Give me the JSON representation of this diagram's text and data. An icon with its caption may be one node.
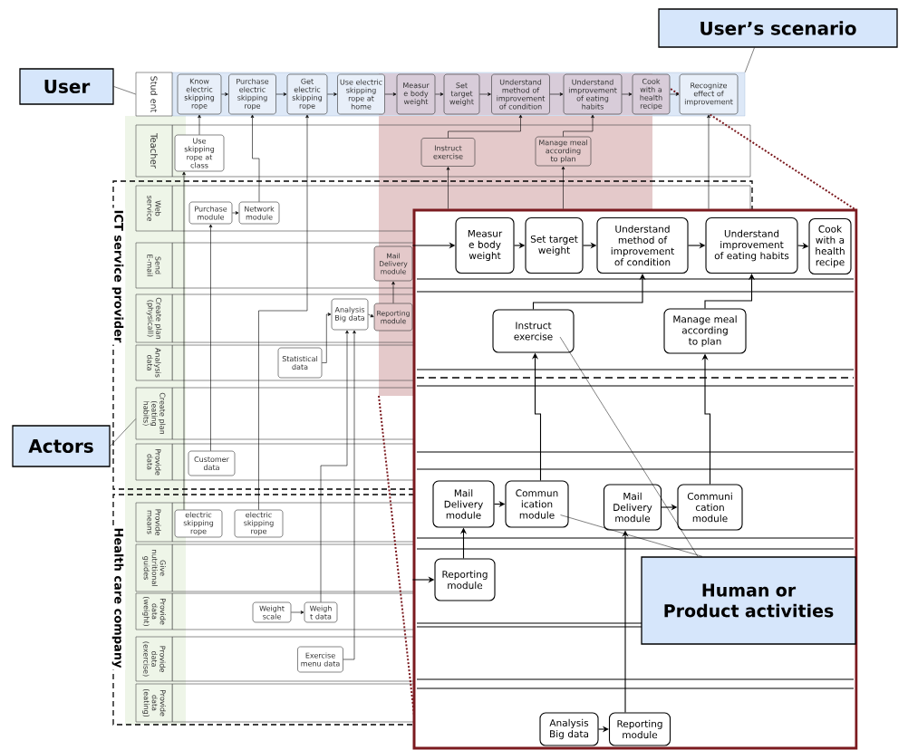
{
  "diagram": {
    "nodes": [
      {
        "text": [
          "User’s scenario"
        ]
      },
      {
        "text": [
          "User"
        ]
      },
      {
        "text": [
          "Stud ent"
        ]
      },
      {
        "text": [
          "Know electric skipping rope"
        ],
        "in": 59
      },
      {
        "text": [
          "Purchase electric skipping rope"
        ],
        "in": 59
      },
      {
        "text": [
          "Get electric skipping rope"
        ],
        "in": 59
      },
      {
        "text": [
          "Use electric skipping rope at home"
        ],
        "in": 59
      },
      {
        "text": [
          "Measur e body weight"
        ],
        "in": 59
      },
      {
        "text": [
          "Set target weight"
        ],
        "in": 59
      },
      {
        "text": [
          "Understand method of improvement of condition"
        ],
        "in": 59
      },
      {
        "text": [
          "Understand improvement of eating habits"
        ],
        "in": 59
      },
      {
        "text": [
          "Cook with a health recipe"
        ],
        "in": 59
      },
      {
        "text": [
          "Recognize effect of improvement"
        ],
        "in": 59
      },
      {
        "text": [
          "Teacher"
        ]
      },
      {
        "text": [
          "Use skipping rope at class"
        ]
      },
      {
        "text": [
          "Instruct exercise"
        ]
      },
      {
        "text": [
          "Manage meal according to plan"
        ]
      },
      {
        "text": [
          "ICT service provider"
        ]
      },
      {
        "text": [
          "Web service"
        ],
        "in": 17
      },
      {
        "text": [
          "Purchase module"
        ],
        "in": 17
      },
      {
        "text": [
          "Network module"
        ],
        "in": 17
      },
      {
        "text": [
          "Send E-mail"
        ],
        "in": 17
      },
      {
        "text": [
          "Mail Delivery module"
        ],
        "in": 17
      },
      {
        "text": [
          "Create plan (physicall)"
        ],
        "in": 17
      },
      {
        "text": [
          "Analysis Big data"
        ],
        "in": 17
      },
      {
        "text": [
          "Reporting module"
        ],
        "in": 17
      },
      {
        "text": [
          "Analysis data"
        ],
        "in": 17
      },
      {
        "text": [
          "Statistical data"
        ],
        "in": 17
      },
      {
        "text": [
          "Create plan (eating habits)"
        ],
        "in": 17
      },
      {
        "text": [
          "Actors"
        ]
      },
      {
        "text": [
          "Provide data"
        ],
        "in": 17
      },
      {
        "text": [
          "Customer data"
        ],
        "in": 17
      },
      {
        "text": [
          "Health care company"
        ]
      },
      {
        "text": [
          "Provide means"
        ],
        "in": 32
      },
      {
        "text": [
          "electric skipping rope"
        ],
        "in": 32
      },
      {
        "text": [
          "electric skipping rope"
        ],
        "in": 32
      },
      {
        "text": [
          "Give nutritional guides"
        ],
        "in": 32
      },
      {
        "text": [
          "Provide data (weight)"
        ],
        "in": 32
      },
      {
        "text": [
          "Weight scale"
        ],
        "in": 32
      },
      {
        "text": [
          "Weigh t data"
        ],
        "in": 32
      },
      {
        "text": [
          "Provide data (exercise)"
        ],
        "in": 32
      },
      {
        "text": [
          "Exercise menu data"
        ],
        "in": 32
      },
      {
        "text": [
          "Provide data (eating)"
        ],
        "in": 32
      },
      {
        "text": [],
        "shape": "box"
      },
      {
        "text": [
          "Measur e body weight"
        ],
        "in": 43
      },
      {
        "text": [
          "Set target weight"
        ],
        "in": 43
      },
      {
        "text": [
          "Understand method of improvement of condition"
        ],
        "in": 43
      },
      {
        "text": [
          "Understand improvement of eating habits"
        ],
        "in": 43
      },
      {
        "text": [
          "Cook with a health recipe"
        ],
        "in": 43
      },
      {
        "text": [
          "Instruct exercise"
        ],
        "in": 43
      },
      {
        "text": [
          "Manage meal according to plan"
        ],
        "in": 43
      },
      {
        "text": [
          "Mail Delivery module"
        ],
        "in": 43
      },
      {
        "text": [
          "Commun ication module"
        ],
        "in": 43
      },
      {
        "text": [
          "Mail Delivery module"
        ],
        "in": 43
      },
      {
        "text": [
          "Communi cation module"
        ],
        "in": 43
      },
      {
        "text": [
          "Reporting module"
        ],
        "in": 43
      },
      {
        "text": [
          "Human or Product activities"
        ],
        "in": 43
      },
      {
        "text": [
          "Analysis Big data"
        ],
        "in": 43
      },
      {
        "text": [
          "Reporting module"
        ],
        "in": 43
      },
      {
        "text": [],
        "shape": "box"
      }
    ],
    "edges": [
      {
        "from": 0,
        "to": 59,
        "arrow": "none"
      },
      {
        "from": 1,
        "to": 2,
        "arrow": "none"
      },
      {
        "from": 29,
        "to": 28,
        "arrow": "none"
      },
      {
        "from": 3,
        "to": 4,
        "arrow": "to"
      },
      {
        "from": 4,
        "to": 5,
        "arrow": "to"
      },
      {
        "from": 5,
        "to": 6,
        "arrow": "to"
      },
      {
        "from": 6,
        "to": 7,
        "arrow": "to"
      },
      {
        "from": 7,
        "to": 8,
        "arrow": "to"
      },
      {
        "from": 8,
        "to": 9,
        "arrow": "to"
      },
      {
        "from": 9,
        "to": 10,
        "arrow": "to"
      },
      {
        "from": 10,
        "to": 11,
        "arrow": "to"
      },
      {
        "from": 11,
        "to": 12,
        "arrow": "to"
      },
      {
        "from": 14,
        "to": 3,
        "arrow": "to"
      },
      {
        "from": 15,
        "to": 9,
        "arrow": "to"
      },
      {
        "from": 16,
        "to": 10,
        "arrow": "to"
      },
      {
        "from": 43,
        "to": 12,
        "arrow": "to"
      },
      {
        "from": 43,
        "to": 15,
        "arrow": "to"
      },
      {
        "from": 43,
        "to": 16,
        "arrow": "to"
      },
      {
        "from": 19,
        "to": 20,
        "arrow": "to"
      },
      {
        "from": 20,
        "to": 4,
        "arrow": "to"
      },
      {
        "from": 31,
        "to": 19,
        "arrow": "to"
      },
      {
        "from": 34,
        "to": 14,
        "arrow": "to"
      },
      {
        "from": 35,
        "to": 5,
        "arrow": "to"
      },
      {
        "from": 24,
        "to": 25,
        "arrow": "to"
      },
      {
        "from": 25,
        "to": 22,
        "arrow": "to"
      },
      {
        "from": 27,
        "to": 24,
        "arrow": "to"
      },
      {
        "from": 38,
        "to": 39,
        "arrow": "to"
      },
      {
        "from": 39,
        "to": 24,
        "arrow": "to"
      },
      {
        "from": 41,
        "to": 24,
        "arrow": "to"
      },
      {
        "from": 43,
        "to": 44,
        "arrow": "to"
      },
      {
        "from": 44,
        "to": 45,
        "arrow": "to"
      },
      {
        "from": 45,
        "to": 46,
        "arrow": "to"
      },
      {
        "from": 46,
        "to": 47,
        "arrow": "to"
      },
      {
        "from": 47,
        "to": 48,
        "arrow": "to"
      },
      {
        "from": 49,
        "to": 46,
        "arrow": "to"
      },
      {
        "from": 50,
        "to": 47,
        "arrow": "to"
      },
      {
        "from": 51,
        "to": 52,
        "arrow": "to"
      },
      {
        "from": 53,
        "to": 54,
        "arrow": "to"
      },
      {
        "from": 52,
        "to": 49,
        "arrow": "to"
      },
      {
        "from": 54,
        "to": 50,
        "arrow": "to"
      },
      {
        "from": 55,
        "to": 51,
        "arrow": "to"
      },
      {
        "from": 43,
        "to": 55,
        "arrow": "to"
      },
      {
        "from": 57,
        "to": 58,
        "arrow": "to"
      },
      {
        "from": 58,
        "to": 53,
        "arrow": "to"
      },
      {
        "from": 56,
        "to": 49,
        "arrow": "none"
      },
      {
        "from": 56,
        "to": 52,
        "arrow": "none"
      }
    ]
  }
}
